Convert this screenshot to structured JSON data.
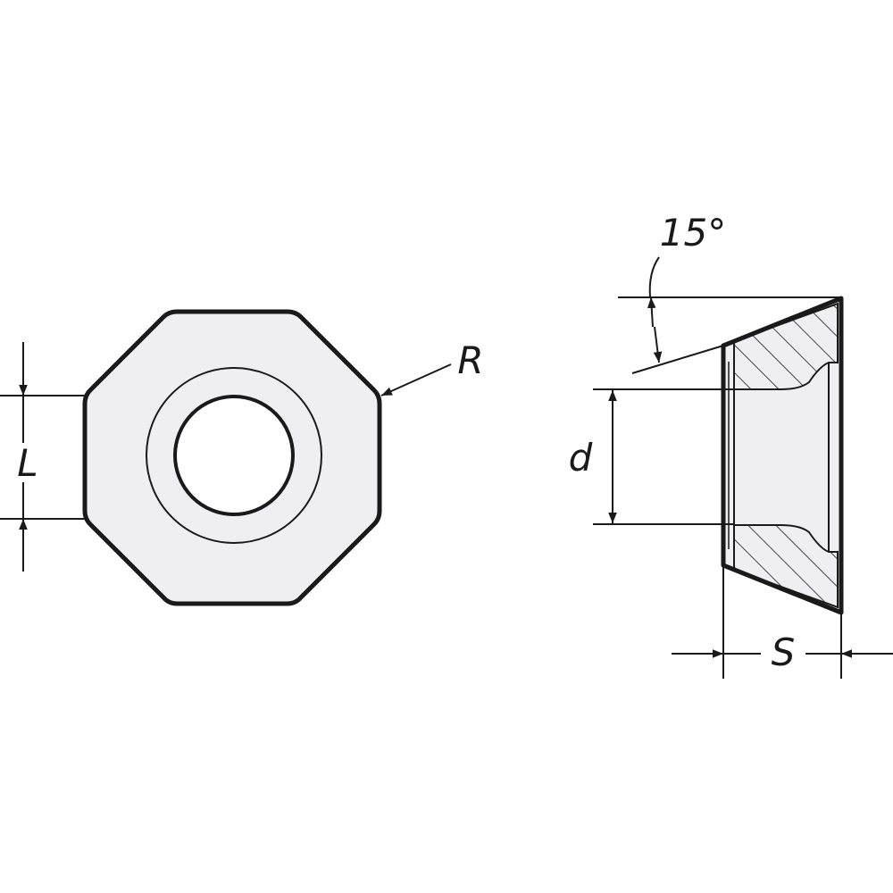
{
  "labels": {
    "L": "L",
    "R": "R",
    "d": "d",
    "S": "S",
    "angle": "15°"
  },
  "colors": {
    "stroke": "#1a1a1a",
    "fill": "#efeff3",
    "background": "#ffffff"
  }
}
